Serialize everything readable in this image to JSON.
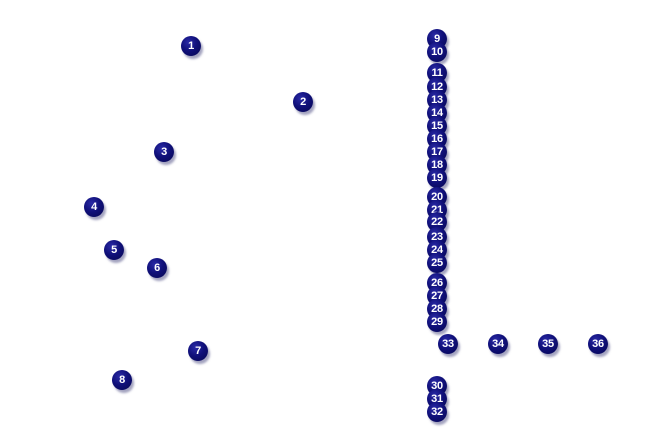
{
  "markers": [
    {
      "label": "1"
    },
    {
      "label": "2"
    },
    {
      "label": "3"
    },
    {
      "label": "4"
    },
    {
      "label": "5"
    },
    {
      "label": "6"
    },
    {
      "label": "7"
    },
    {
      "label": "8"
    },
    {
      "label": "9"
    },
    {
      "label": "10"
    },
    {
      "label": "11"
    },
    {
      "label": "12"
    },
    {
      "label": "13"
    },
    {
      "label": "14"
    },
    {
      "label": "15"
    },
    {
      "label": "16"
    },
    {
      "label": "17"
    },
    {
      "label": "18"
    },
    {
      "label": "19"
    },
    {
      "label": "20"
    },
    {
      "label": "21"
    },
    {
      "label": "22"
    },
    {
      "label": "23"
    },
    {
      "label": "24"
    },
    {
      "label": "25"
    },
    {
      "label": "26"
    },
    {
      "label": "27"
    },
    {
      "label": "28"
    },
    {
      "label": "29"
    },
    {
      "label": "30"
    },
    {
      "label": "31"
    },
    {
      "label": "32"
    },
    {
      "label": "33"
    },
    {
      "label": "34"
    },
    {
      "label": "35"
    },
    {
      "label": "36"
    }
  ],
  "colors": {
    "marker_fill": "#0d0d70",
    "marker_text": "#ffffff",
    "background": "#ffffff"
  }
}
